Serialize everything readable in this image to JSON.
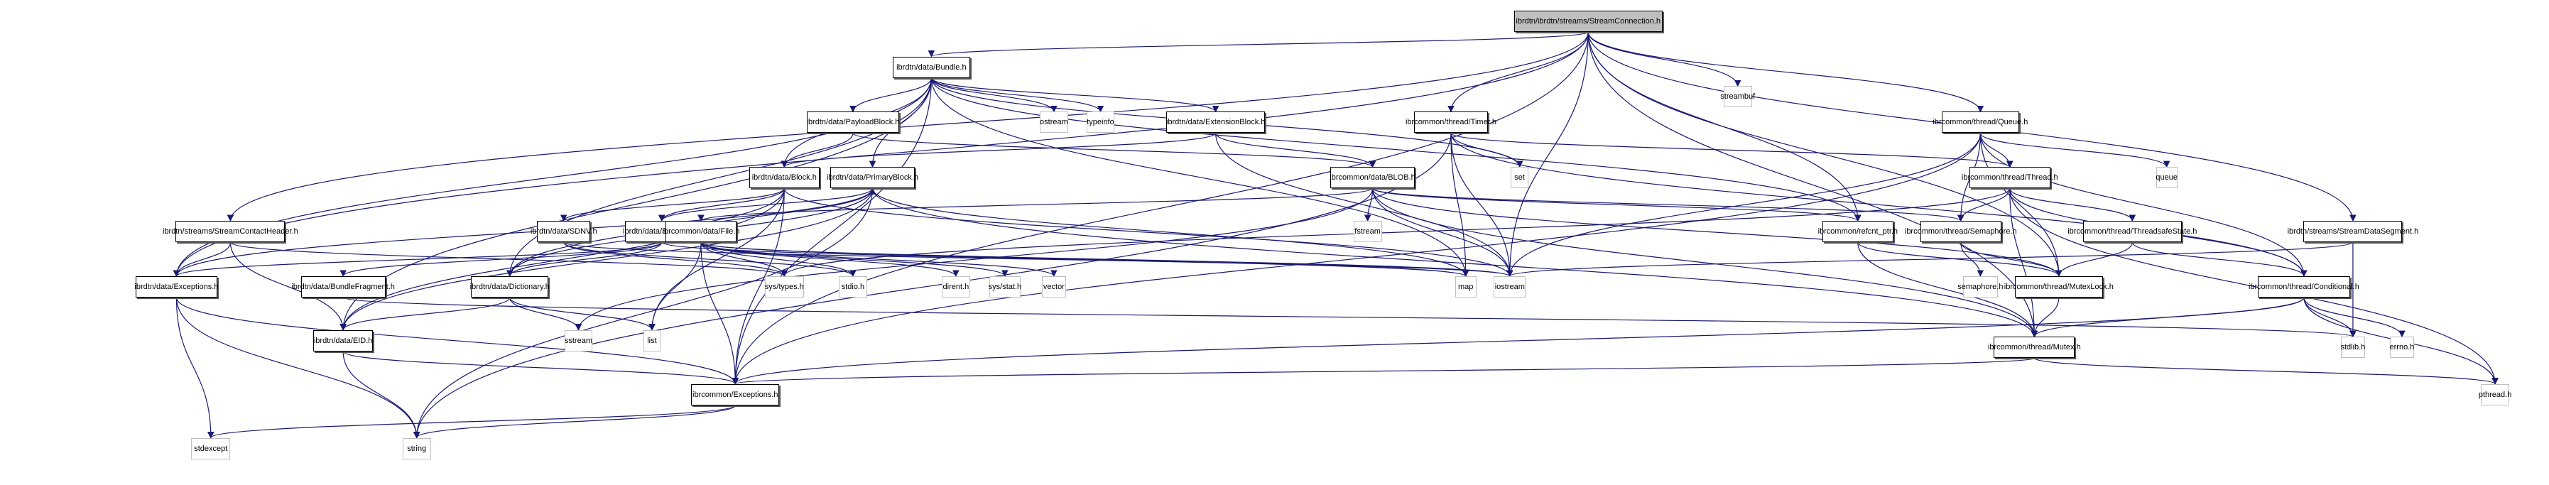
{
  "title": "ibrdtn/ibrdtn/streams/StreamConnection.h",
  "colors": {
    "edge": "#191970",
    "root_fill": "#bfbfbf",
    "system_border": "#bfbfbf",
    "local_border": "#000000"
  },
  "nodes": [
    {
      "id": "root",
      "label": "ibrdtn/ibrdtn/streams/StreamConnection.h",
      "kind": "root"
    },
    {
      "id": "bundle",
      "label": "ibrdtn/data/Bundle.h",
      "kind": "local"
    },
    {
      "id": "streambuf",
      "label": "streambuf",
      "kind": "system"
    },
    {
      "id": "payload",
      "label": "ibrdtn/data/PayloadBlock.h",
      "kind": "local"
    },
    {
      "id": "ostream",
      "label": "ostream",
      "kind": "system"
    },
    {
      "id": "typeinfo",
      "label": "typeinfo",
      "kind": "system"
    },
    {
      "id": "extblock",
      "label": "ibrdtn/data/ExtensionBlock.h",
      "kind": "local"
    },
    {
      "id": "timer",
      "label": "ibrcommon/thread/Timer.h",
      "kind": "local"
    },
    {
      "id": "queue",
      "label": "ibrcommon/thread/Queue.h",
      "kind": "local"
    },
    {
      "id": "primary",
      "label": "ibrdtn/data/PrimaryBlock.h",
      "kind": "local"
    },
    {
      "id": "block",
      "label": "ibrdtn/data/Block.h",
      "kind": "local"
    },
    {
      "id": "blob",
      "label": "ibrcommon/data/BLOB.h",
      "kind": "local"
    },
    {
      "id": "set",
      "label": "set",
      "kind": "system"
    },
    {
      "id": "thread",
      "label": "ibrcommon/thread/Thread.h",
      "kind": "local"
    },
    {
      "id": "queue_std",
      "label": "queue",
      "kind": "system"
    },
    {
      "id": "sch",
      "label": "ibrdtn/streams/StreamContactHeader.h",
      "kind": "local"
    },
    {
      "id": "serializer",
      "label": "ibrdtn/data/Serializer.h",
      "kind": "local"
    },
    {
      "id": "sdnv",
      "label": "ibrdtn/data/SDNV.h",
      "kind": "local"
    },
    {
      "id": "file",
      "label": "ibrcommon/data/File.h",
      "kind": "local"
    },
    {
      "id": "fstream",
      "label": "fstream",
      "kind": "system"
    },
    {
      "id": "refcnt",
      "label": "ibrcommon/refcnt_ptr.h",
      "kind": "local"
    },
    {
      "id": "semaphore",
      "label": "ibrcommon/thread/Semaphore.h",
      "kind": "local"
    },
    {
      "id": "tss",
      "label": "ibrcommon/thread/ThreadsafeState.h",
      "kind": "local"
    },
    {
      "id": "sds",
      "label": "ibrdtn/streams/StreamDataSegment.h",
      "kind": "local"
    },
    {
      "id": "dexc",
      "label": "ibrdtn/data/Exceptions.h",
      "kind": "local"
    },
    {
      "id": "dict",
      "label": "ibrdtn/data/Dictionary.h",
      "kind": "local"
    },
    {
      "id": "bfrag",
      "label": "ibrdtn/data/BundleFragment.h",
      "kind": "local"
    },
    {
      "id": "systypes",
      "label": "sys/types.h",
      "kind": "system"
    },
    {
      "id": "stdio",
      "label": "stdio.h",
      "kind": "system"
    },
    {
      "id": "dirent",
      "label": "dirent.h",
      "kind": "system"
    },
    {
      "id": "sysstat",
      "label": "sys/stat.h",
      "kind": "system"
    },
    {
      "id": "vector",
      "label": "vector",
      "kind": "system"
    },
    {
      "id": "map",
      "label": "map",
      "kind": "system"
    },
    {
      "id": "iostream",
      "label": "iostream",
      "kind": "system"
    },
    {
      "id": "semh",
      "label": "semaphore.h",
      "kind": "system"
    },
    {
      "id": "mutexlock",
      "label": "ibrcommon/thread/MutexLock.h",
      "kind": "local"
    },
    {
      "id": "cond",
      "label": "ibrcommon/thread/Conditional.h",
      "kind": "local"
    },
    {
      "id": "eid",
      "label": "ibrdtn/data/EID.h",
      "kind": "local"
    },
    {
      "id": "sstream",
      "label": "sstream",
      "kind": "system"
    },
    {
      "id": "list",
      "label": "list",
      "kind": "system"
    },
    {
      "id": "mutex",
      "label": "ibrcommon/thread/Mutex.h",
      "kind": "local"
    },
    {
      "id": "stdlib",
      "label": "stdlib.h",
      "kind": "system"
    },
    {
      "id": "errno",
      "label": "errno.h",
      "kind": "system"
    },
    {
      "id": "cexc",
      "label": "ibrcommon/Exceptions.h",
      "kind": "local"
    },
    {
      "id": "pthread",
      "label": "pthread.h",
      "kind": "system"
    },
    {
      "id": "stdexcept",
      "label": "stdexcept",
      "kind": "system"
    },
    {
      "id": "string",
      "label": "string",
      "kind": "system"
    }
  ],
  "edges": [
    [
      "root",
      "bundle"
    ],
    [
      "root",
      "streambuf"
    ],
    [
      "root",
      "timer"
    ],
    [
      "root",
      "queue"
    ],
    [
      "root",
      "sch"
    ],
    [
      "root",
      "dexc"
    ],
    [
      "root",
      "cexc"
    ],
    [
      "root",
      "iostream"
    ],
    [
      "root",
      "sds"
    ],
    [
      "root",
      "mutex"
    ],
    [
      "root",
      "mutexlock"
    ],
    [
      "root",
      "refcnt"
    ],
    [
      "bundle",
      "payload"
    ],
    [
      "bundle",
      "ostream"
    ],
    [
      "bundle",
      "typeinfo"
    ],
    [
      "bundle",
      "extblock"
    ],
    [
      "bundle",
      "primary"
    ],
    [
      "bundle",
      "block"
    ],
    [
      "bundle",
      "set"
    ],
    [
      "bundle",
      "eid"
    ],
    [
      "bundle",
      "dict"
    ],
    [
      "bundle",
      "refcnt"
    ],
    [
      "bundle",
      "map"
    ],
    [
      "bundle",
      "dexc"
    ],
    [
      "bundle",
      "cexc"
    ],
    [
      "payload",
      "block"
    ],
    [
      "payload",
      "blob"
    ],
    [
      "extblock",
      "block"
    ],
    [
      "extblock",
      "blob"
    ],
    [
      "extblock",
      "iostream"
    ],
    [
      "timer",
      "set"
    ],
    [
      "timer",
      "thread"
    ],
    [
      "timer",
      "iostream"
    ],
    [
      "timer",
      "map"
    ],
    [
      "timer",
      "cond"
    ],
    [
      "timer",
      "string"
    ],
    [
      "queue",
      "thread"
    ],
    [
      "queue",
      "queue_std"
    ],
    [
      "queue",
      "semaphore"
    ],
    [
      "queue",
      "mutexlock"
    ],
    [
      "queue",
      "cond"
    ],
    [
      "queue",
      "iostream"
    ],
    [
      "queue",
      "cexc"
    ],
    [
      "primary",
      "serializer"
    ],
    [
      "primary",
      "dict"
    ],
    [
      "primary",
      "eid"
    ],
    [
      "primary",
      "dexc"
    ],
    [
      "primary",
      "string"
    ],
    [
      "primary",
      "map"
    ],
    [
      "primary",
      "mutex"
    ],
    [
      "block",
      "serializer"
    ],
    [
      "block",
      "sdnv"
    ],
    [
      "block",
      "dict"
    ],
    [
      "block",
      "eid"
    ],
    [
      "block",
      "list"
    ],
    [
      "block",
      "cexc"
    ],
    [
      "block",
      "iostream"
    ],
    [
      "blob",
      "file"
    ],
    [
      "blob",
      "fstream"
    ],
    [
      "blob",
      "refcnt"
    ],
    [
      "blob",
      "semaphore"
    ],
    [
      "blob",
      "mutex"
    ],
    [
      "blob",
      "iostream"
    ],
    [
      "blob",
      "mutexlock"
    ],
    [
      "blob",
      "sstream"
    ],
    [
      "thread",
      "semaphore"
    ],
    [
      "thread",
      "tss"
    ],
    [
      "thread",
      "mutex"
    ],
    [
      "thread",
      "cond"
    ],
    [
      "thread",
      "systypes"
    ],
    [
      "thread",
      "pthread"
    ],
    [
      "sch",
      "dexc"
    ],
    [
      "sch",
      "eid"
    ],
    [
      "sch",
      "systypes"
    ],
    [
      "serializer",
      "primary"
    ],
    [
      "serializer",
      "dexc"
    ],
    [
      "serializer",
      "dict"
    ],
    [
      "serializer",
      "bfrag"
    ],
    [
      "serializer",
      "map"
    ],
    [
      "sdnv",
      "systypes"
    ],
    [
      "sdnv",
      "stdio"
    ],
    [
      "sdnv",
      "iostream"
    ],
    [
      "file",
      "systypes"
    ],
    [
      "file",
      "stdio"
    ],
    [
      "file",
      "dirent"
    ],
    [
      "file",
      "sysstat"
    ],
    [
      "file",
      "vector"
    ],
    [
      "file",
      "map"
    ],
    [
      "file",
      "list"
    ],
    [
      "file",
      "cexc"
    ],
    [
      "file",
      "iostream"
    ],
    [
      "refcnt",
      "mutex"
    ],
    [
      "refcnt",
      "mutexlock"
    ],
    [
      "semaphore",
      "semh"
    ],
    [
      "semaphore",
      "mutexlock"
    ],
    [
      "tss",
      "mutexlock"
    ],
    [
      "tss",
      "cond"
    ],
    [
      "sds",
      "iostream"
    ],
    [
      "sds",
      "stdlib"
    ],
    [
      "dexc",
      "cexc"
    ],
    [
      "dexc",
      "string"
    ],
    [
      "dexc",
      "stdexcept"
    ],
    [
      "dict",
      "eid"
    ],
    [
      "dict",
      "sstream"
    ],
    [
      "dict",
      "list"
    ],
    [
      "bfrag",
      "stdlib"
    ],
    [
      "mutexlock",
      "mutex"
    ],
    [
      "cond",
      "mutex"
    ],
    [
      "cond",
      "stdlib"
    ],
    [
      "cond",
      "errno"
    ],
    [
      "cond",
      "pthread"
    ],
    [
      "cond",
      "cexc"
    ],
    [
      "eid",
      "cexc"
    ],
    [
      "eid",
      "string"
    ],
    [
      "mutex",
      "cexc"
    ],
    [
      "mutex",
      "pthread"
    ],
    [
      "cexc",
      "string"
    ],
    [
      "cexc",
      "stdexcept"
    ]
  ]
}
